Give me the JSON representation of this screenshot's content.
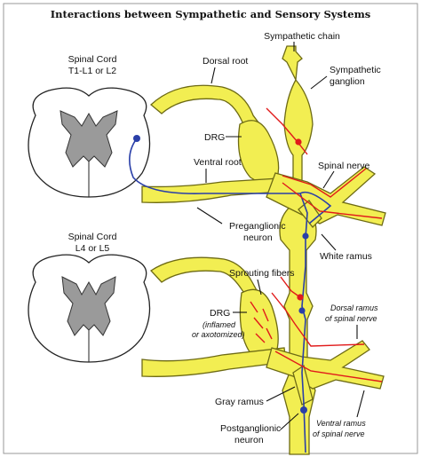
{
  "title": "Interactions between Sympathetic and Sensory Systems",
  "labels": {
    "sympathetic_chain": "Sympathetic chain",
    "spinal_cord_top_1": "Spinal Cord",
    "spinal_cord_top_2": "T1-L1 or L2",
    "dorsal_root": "Dorsal root",
    "sympathetic_ganglion_1": "Sympathetic",
    "sympathetic_ganglion_2": "ganglion",
    "drg": "DRG",
    "ventral_root": "Ventral root",
    "spinal_nerve": "Spinal nerve",
    "preganglionic_1": "Preganglionic",
    "preganglionic_2": "neuron",
    "white_ramus": "White ramus",
    "spinal_cord_bottom_1": "Spinal Cord",
    "spinal_cord_bottom_2": "L4 or L5",
    "sprouting_fibers": "Sprouting fibers",
    "drg2": "DRG",
    "drg2_sub_1": "(inflamed",
    "drg2_sub_2": "or axotomized)",
    "dorsal_ramus_1": "Dorsal ramus",
    "dorsal_ramus_2": "of spinal nerve",
    "gray_ramus": "Gray ramus",
    "ventral_ramus_1": "Ventral ramus",
    "ventral_ramus_2": "of spinal nerve",
    "postganglionic_1": "Postganglionic",
    "postganglionic_2": "neuron"
  },
  "colors": {
    "nerve_fill": "#f2ee52",
    "sympathetic_fiber": "#2a3fa8",
    "sensory_fiber": "#e11a1a",
    "gray_matter": "#9a9a9a"
  }
}
